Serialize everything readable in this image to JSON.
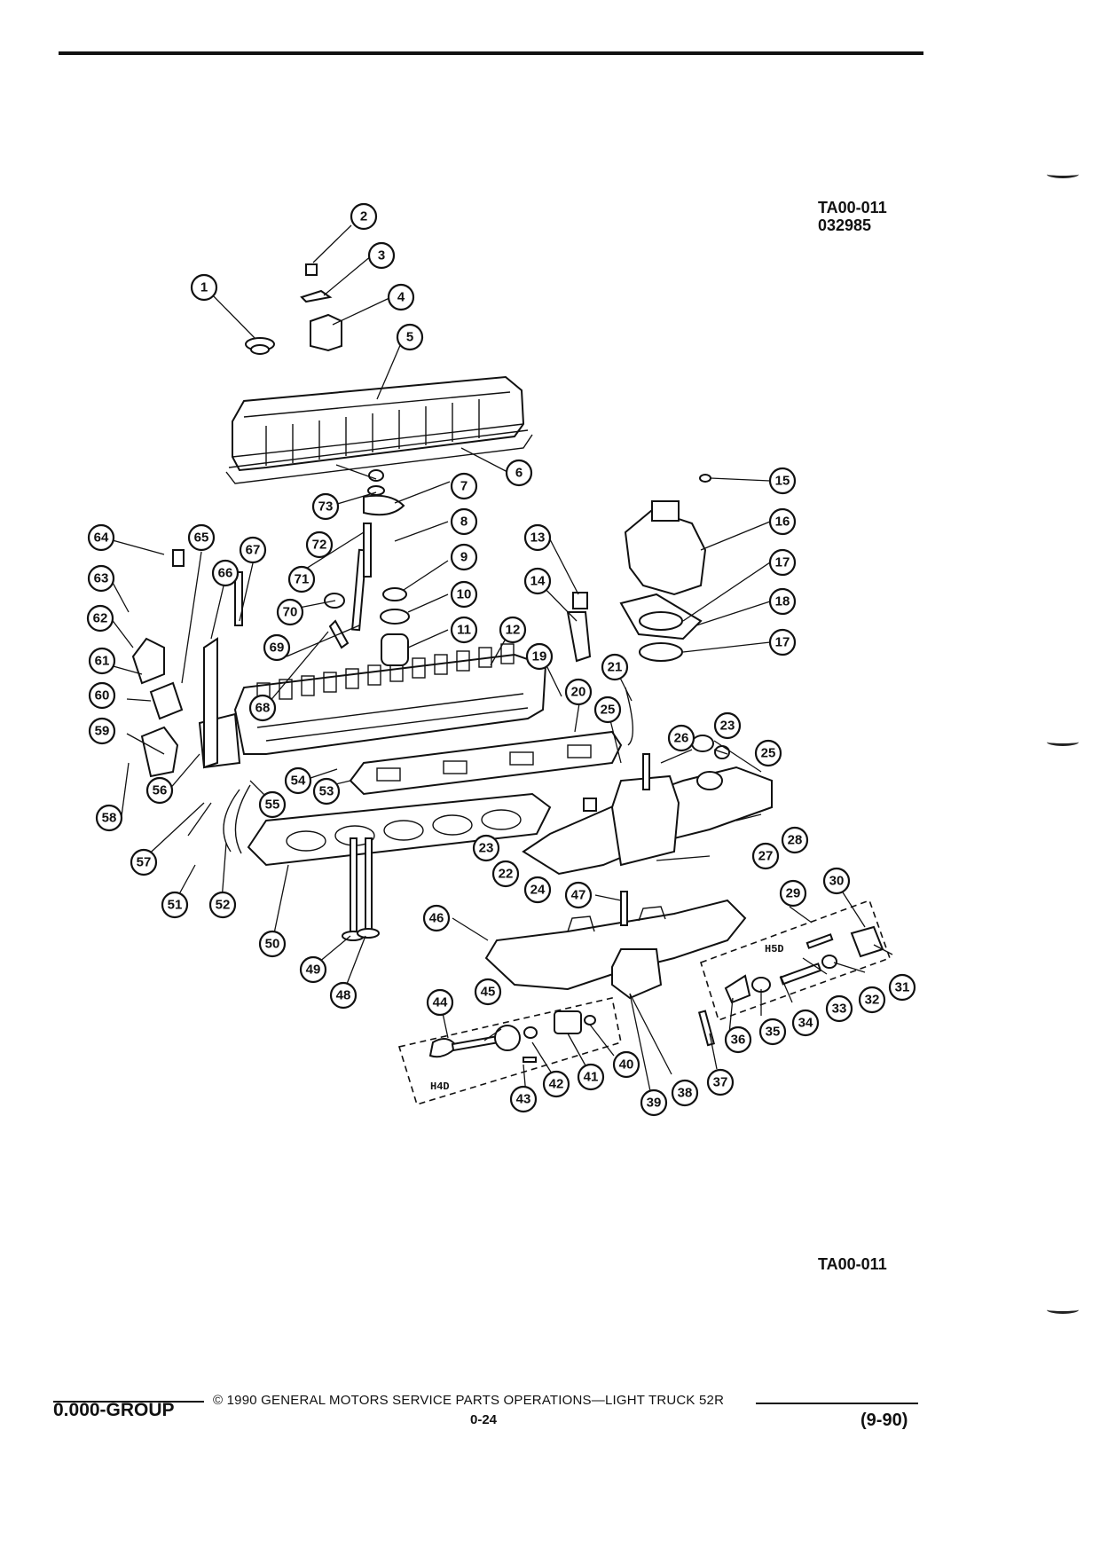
{
  "figure": {
    "code_top_line1": "TA00-011",
    "code_top_line2": "032985",
    "code_bottom": "TA00-011"
  },
  "subassemblies": {
    "left_tag": "H4D",
    "right_tag": "H5D"
  },
  "callouts": [
    "1",
    "2",
    "3",
    "4",
    "5",
    "6",
    "7",
    "8",
    "9",
    "10",
    "11",
    "12",
    "13",
    "14",
    "15",
    "16",
    "17",
    "17",
    "18",
    "19",
    "20",
    "21",
    "22",
    "23",
    "23",
    "24",
    "25",
    "25",
    "26",
    "27",
    "28",
    "29",
    "30",
    "31",
    "32",
    "33",
    "34",
    "35",
    "36",
    "37",
    "38",
    "39",
    "40",
    "41",
    "42",
    "43",
    "44",
    "45",
    "46",
    "47",
    "48",
    "49",
    "50",
    "51",
    "52",
    "53",
    "54",
    "55",
    "56",
    "57",
    "58",
    "59",
    "60",
    "61",
    "62",
    "63",
    "64",
    "65",
    "66",
    "67",
    "68",
    "69",
    "70",
    "71",
    "72",
    "73"
  ],
  "footer": {
    "group": "0.000-GROUP",
    "copyright": "© 1990 GENERAL MOTORS SERVICE PARTS OPERATIONS—LIGHT TRUCK 52R",
    "page": "0-24",
    "date": "(9-90)"
  }
}
